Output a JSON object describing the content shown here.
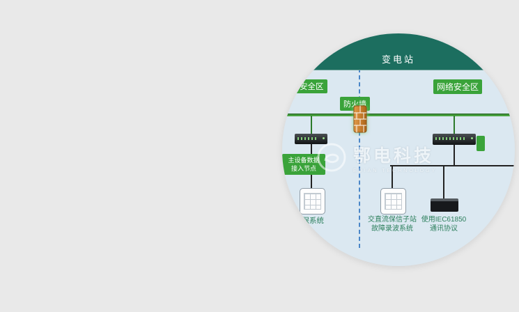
{
  "diagram": {
    "title": "变电站",
    "zone_left": "网络安全区",
    "zone_right": "网络安全区",
    "firewall": "防火墙",
    "node_line1": "主设备数据",
    "node_line2": "接入节点",
    "label_left": "继保系统",
    "label_mid_1": "交直流保信子站",
    "label_mid_2": "故障录波系统",
    "label_right_1": "使用IEC61850",
    "label_right_2": "通讯协议"
  },
  "watermark": {
    "brand": "鄂电科技",
    "sub": "EDIAN TECHNOLOGY"
  },
  "colors": {
    "page_bg": "#e9e9e9",
    "circle_bg": "#dbe8f1",
    "header_teal": "#1c6e5f",
    "accent_green": "#3aa33a",
    "bus_green": "#49a33f",
    "dashed_blue": "#4a86c8",
    "label_text_green": "#2c7f5c"
  }
}
